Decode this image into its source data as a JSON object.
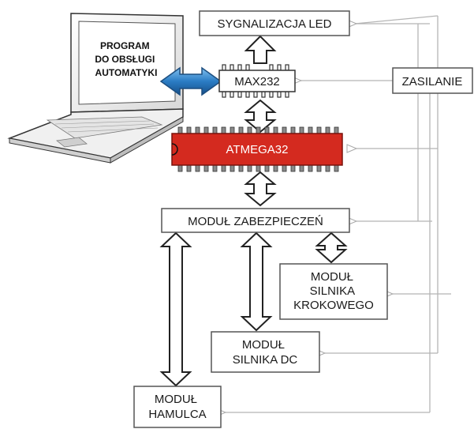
{
  "laptop": {
    "screen_text": [
      "PROGRAM",
      "DO OBSŁUGI",
      "AUTOMATYKI"
    ]
  },
  "blocks": {
    "led": "SYGNALIZACJA LED",
    "max232": "MAX232",
    "power": "ZASILANIE",
    "mcu": "ATMEGA32",
    "protection": "MODUŁ ZABEZPIECZEŃ",
    "stepper": [
      "MODUŁ",
      "SILNIKA",
      "KROKOWEGO"
    ],
    "dc": [
      "MODUŁ",
      "SILNIKA DC"
    ],
    "brake": [
      "MODUŁ",
      "HAMULCA"
    ]
  },
  "colors": {
    "mcu_chip": "#d42a1f",
    "serial_link": "#2b7cc4",
    "power_lines": "#b5b5b5",
    "box_border": "#555555"
  }
}
